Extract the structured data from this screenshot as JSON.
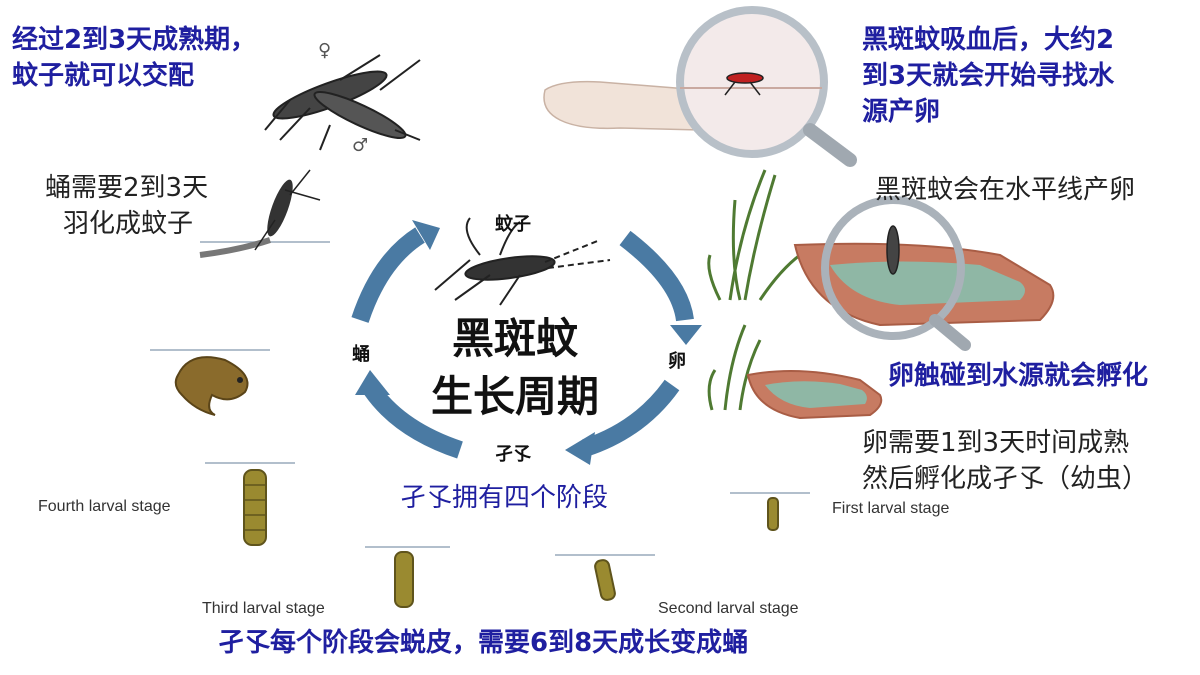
{
  "center": {
    "title_line1": "黑斑蚊",
    "title_line2": "生长周期"
  },
  "cycle_labels": {
    "mosquito": "蚊子",
    "egg": "卵",
    "larva": "孑孓",
    "pupa": "蛹"
  },
  "captions": {
    "mating": [
      "经过2到3天成熟期，",
      "蚊子就可以交配"
    ],
    "bite": [
      "黑斑蚊吸血后，大约2",
      "到3天就会开始寻找水",
      "源产卵"
    ],
    "lay_eggs": "黑斑蚊会在水平线产卵",
    "hatch": "卵触碰到水源就会孵化",
    "egg_time": [
      "卵需要1到3天时间成熟",
      "然后孵化成孑孓（幼虫）"
    ],
    "pupa_time": [
      "蛹需要2到3天",
      "羽化成蚊子"
    ],
    "larva_stages": "孑孓拥有四个阶段",
    "molting": "孑孓每个阶段会蜕皮，需要6到8天成长变成蛹"
  },
  "stage_labels": {
    "first": "First larval stage",
    "second": "Second larval stage",
    "third": "Third larval stage",
    "fourth": "Fourth larval stage"
  },
  "gender_symbols": {
    "female": "♀",
    "male": "♂"
  },
  "colors": {
    "arrow": "#4a7aa3",
    "caption_blue": "#1f1fa0",
    "water_dish": "#d4866a",
    "water": "#8fb7a5",
    "larva": "#9a8a30"
  }
}
